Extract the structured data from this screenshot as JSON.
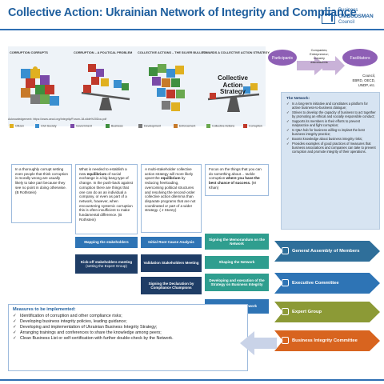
{
  "title": "Collective Action: Ukrainian Network of Integrity and Compliance",
  "logo": {
    "line1": "Business",
    "line2": "OMBUDSMAN",
    "line3": "Council"
  },
  "panels": [
    {
      "title": "CORRUPTION CORRUPTS"
    },
    {
      "title": "CORRUPTION – A POLITICAL PROBLEM"
    },
    {
      "title": "COLLECTIVE ACTIONS – THE SILVER BULLET?"
    },
    {
      "title": "TOWARDS A COLLECTIVE ACTION STRATEGY"
    }
  ],
  "strategy_label": {
    "l1": "Collective",
    "l2": "Action",
    "l3": "Strategy"
  },
  "acknowledgement": "Acknowledgement: https://www.oecd.org/Integrity/Forum-18-slide%20Doc.pdf",
  "legend": [
    {
      "label": "Citizen",
      "color": "#e0b020"
    },
    {
      "label": "Civil Society",
      "color": "#3a8fd0"
    },
    {
      "label": "Government",
      "color": "#7b4aa8"
    },
    {
      "label": "Business",
      "color": "#3f8f3f"
    },
    {
      "label": "Development",
      "color": "#7a7a7a"
    },
    {
      "label": "Enforcement",
      "color": "#c77a2a"
    },
    {
      "label": "Collective Actions",
      "color": "#6aa84f"
    },
    {
      "label": "Corruption",
      "color": "#c0392b"
    }
  ],
  "actors": {
    "participants": "Participants",
    "companies": [
      "Companies;",
      "Entrepreneur;",
      "Industry",
      "associations"
    ],
    "facilitators": "Facilitators",
    "council": [
      "Council,",
      "EBRD, OECD,",
      "UNDP, etc."
    ]
  },
  "network": {
    "heading": "The Network:",
    "items": [
      "Is a long-term initiative and constitutes a platform for active business-to-business dialogue;",
      "Strives to develop the capacity of business to act together by promoting an ethical and socially responsible conduct;",
      "Supports its members in their efforts to prevent malpractice and fight corruption;",
      "Is Q&A hub for business willing to implant the best business integrity practice;",
      "Boosts knowledge about business integrity risks;",
      "Provides examples of good practices of measures that business associations and companies can take to prevent corruption and promote integrity of their operations."
    ]
  },
  "quotes": [
    {
      "text": "In a thoroughly corrupt setting even people that think corruption is morally wrong are usually likely to take part because they see no point in doing otherwise. (B Rothstein)"
    },
    {
      "pre": "What is needed to establish a new ",
      "bold": "equilibrium",
      "post": " of social exchange is a big bang type of change. In the push-back against corruption there are things that one can do as an individual a company, or even as part of a network, however, when encountering systemic corruption this is often insufficient to make fundamental difference. (B Rothstein)"
    },
    {
      "pre": "A multi-stakeholder collective action strategy will more likely upset the ",
      "bold": "equilibrium",
      "post": " by reducing freeloading, overcoming political structures and resolving the second-order collective action dilemma than disparate programs that are not coordinated or part of a wider strategy. ( J Storey)"
    },
    {
      "pre": "Focus on the things that you can do something about… tackle corruption ",
      "bold": "where you have the best chance of success.",
      "post": " (M Khan)"
    }
  ],
  "actions": {
    "mapping": "Mapping the stakeholders",
    "kickoff": "Kick-off stakeholders meeting",
    "kickoff_sub": "(setting the Expert Group)",
    "root_cause": "Initial Root Cause Analysis",
    "validation": "Validation Stakeholders Meeting",
    "declaration": "Signing the Declaration by Compliance Champions",
    "memorandum": "Signing the Memorandum on the Network",
    "shaping": "Shaping the Network",
    "strategy_dev": "Developing and execution of the Strategy on Business Integrity",
    "expanding": "Expanding the Network"
  },
  "structures": [
    {
      "label": "General Assembly of Members",
      "color": "#2f6f9a"
    },
    {
      "label": "Executive Committee",
      "color": "#2e74b5"
    },
    {
      "label": "Expert Group",
      "color": "#8c9a36"
    },
    {
      "label": "Business Integrity Committee",
      "color": "#d8641f"
    }
  ],
  "measures": {
    "heading": "Measures to be implemented:",
    "items": [
      "Identification of corruption and other compliance risks;",
      "Developing business integrity policies, leading guidance;",
      "Developing and implementation of Ukrainian Business Integrity Strategy;",
      "Arranging trainings and conferences to share the knowledge among peers;",
      "Clean Business List or self-certification with further double-check by the Network."
    ]
  }
}
